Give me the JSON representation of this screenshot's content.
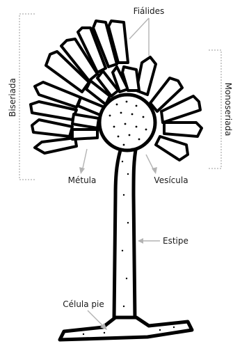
{
  "labels": {
    "fialides": "Fiálides",
    "biseriada": "Biseriada",
    "monoseriada": "Monoseriada",
    "metula": "Métula",
    "vesicula": "Vesícula",
    "estipe": "Estipe",
    "celula_pie": "Célula pie"
  },
  "colors": {
    "ink": "#000000",
    "leader": "#b3b3b3",
    "bracket": "#9a9a9a",
    "background": "#ffffff"
  }
}
